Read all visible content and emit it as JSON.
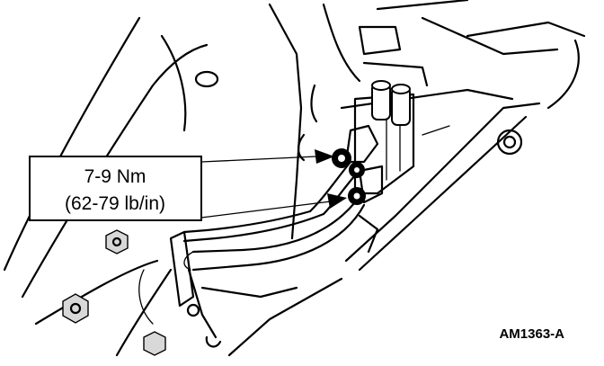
{
  "callout": {
    "line1": "7-9 Nm",
    "line2": "(62-79 lb/in)"
  },
  "figure_id": "AM1363-A"
}
